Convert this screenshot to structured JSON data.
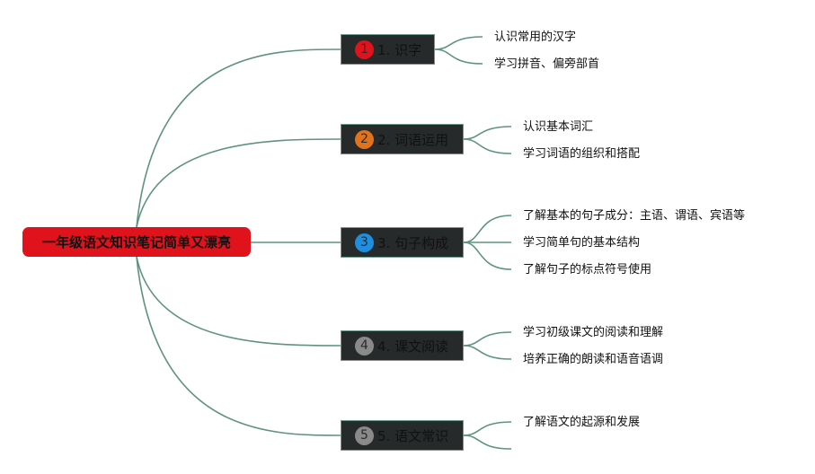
{
  "colors": {
    "connector": "#5f9380",
    "root_bg": "#e0121c",
    "branch_bg": "#262a2a",
    "badges": [
      "#e0121c",
      "#e0731c",
      "#1e8fe0",
      "#8a8a8a",
      "#8a8a8a"
    ]
  },
  "root": {
    "label": "一年级语文知识笔记简单又漂亮"
  },
  "branches": [
    {
      "number": "1",
      "label": "1. 识字",
      "children": [
        "认识常用的汉字",
        "学习拼音、偏旁部首"
      ]
    },
    {
      "number": "2",
      "label": "2. 词语运用",
      "children": [
        "认识基本词汇",
        "学习词语的组织和搭配"
      ]
    },
    {
      "number": "3",
      "label": "3. 句子构成",
      "children": [
        "了解基本的句子成分：主语、谓语、宾语等",
        "学习简单句的基本结构",
        "了解句子的标点符号使用"
      ]
    },
    {
      "number": "4",
      "label": "4. 课文阅读",
      "children": [
        "学习初级课文的阅读和理解",
        "培养正确的朗读和语音语调"
      ]
    },
    {
      "number": "5",
      "label": "5. 语文常识",
      "children": [
        "了解语文的起源和发展",
        ""
      ]
    }
  ]
}
